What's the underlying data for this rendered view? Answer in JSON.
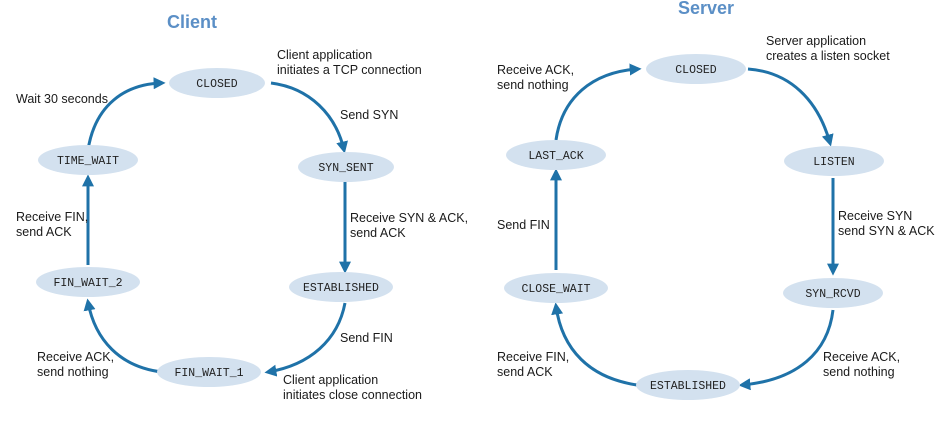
{
  "client": {
    "title": "Client",
    "states": {
      "closed": "CLOSED",
      "syn_sent": "SYN_SENT",
      "established": "ESTABLISHED",
      "fin_wait_1": "FIN_WAIT_1",
      "fin_wait_2": "FIN_WAIT_2",
      "time_wait": "TIME_WAIT"
    },
    "transitions": {
      "connect": [
        "Client application",
        "initiates a TCP connection"
      ],
      "send_syn": [
        "Send SYN"
      ],
      "syn_ack": [
        "Receive SYN & ACK,",
        "send ACK"
      ],
      "send_fin": [
        "Send FIN"
      ],
      "close": [
        "Client application",
        "initiates close connection"
      ],
      "recv_ack": [
        "Receive ACK,",
        "send nothing"
      ],
      "recv_fin": [
        "Receive FIN,",
        "send ACK"
      ],
      "wait": [
        "Wait 30 seconds"
      ]
    }
  },
  "server": {
    "title": "Server",
    "states": {
      "closed": "CLOSED",
      "listen": "LISTEN",
      "syn_rcvd": "SYN_RCVD",
      "established": "ESTABLISHED",
      "close_wait": "CLOSE_WAIT",
      "last_ack": "LAST_ACK"
    },
    "transitions": {
      "listen": [
        "Server application",
        "creates a listen socket"
      ],
      "recv_syn": [
        "Receive SYN",
        "send SYN & ACK"
      ],
      "recv_ack": [
        "Receive ACK,",
        "send nothing"
      ],
      "recv_fin": [
        "Receive FIN,",
        "send ACK"
      ],
      "send_fin": [
        "Send FIN"
      ],
      "last": [
        "Receive ACK,",
        "send nothing"
      ]
    }
  },
  "colors": {
    "title": "#5b8fc6",
    "node": "#d3e1ef",
    "edge": "#1f72a8"
  }
}
